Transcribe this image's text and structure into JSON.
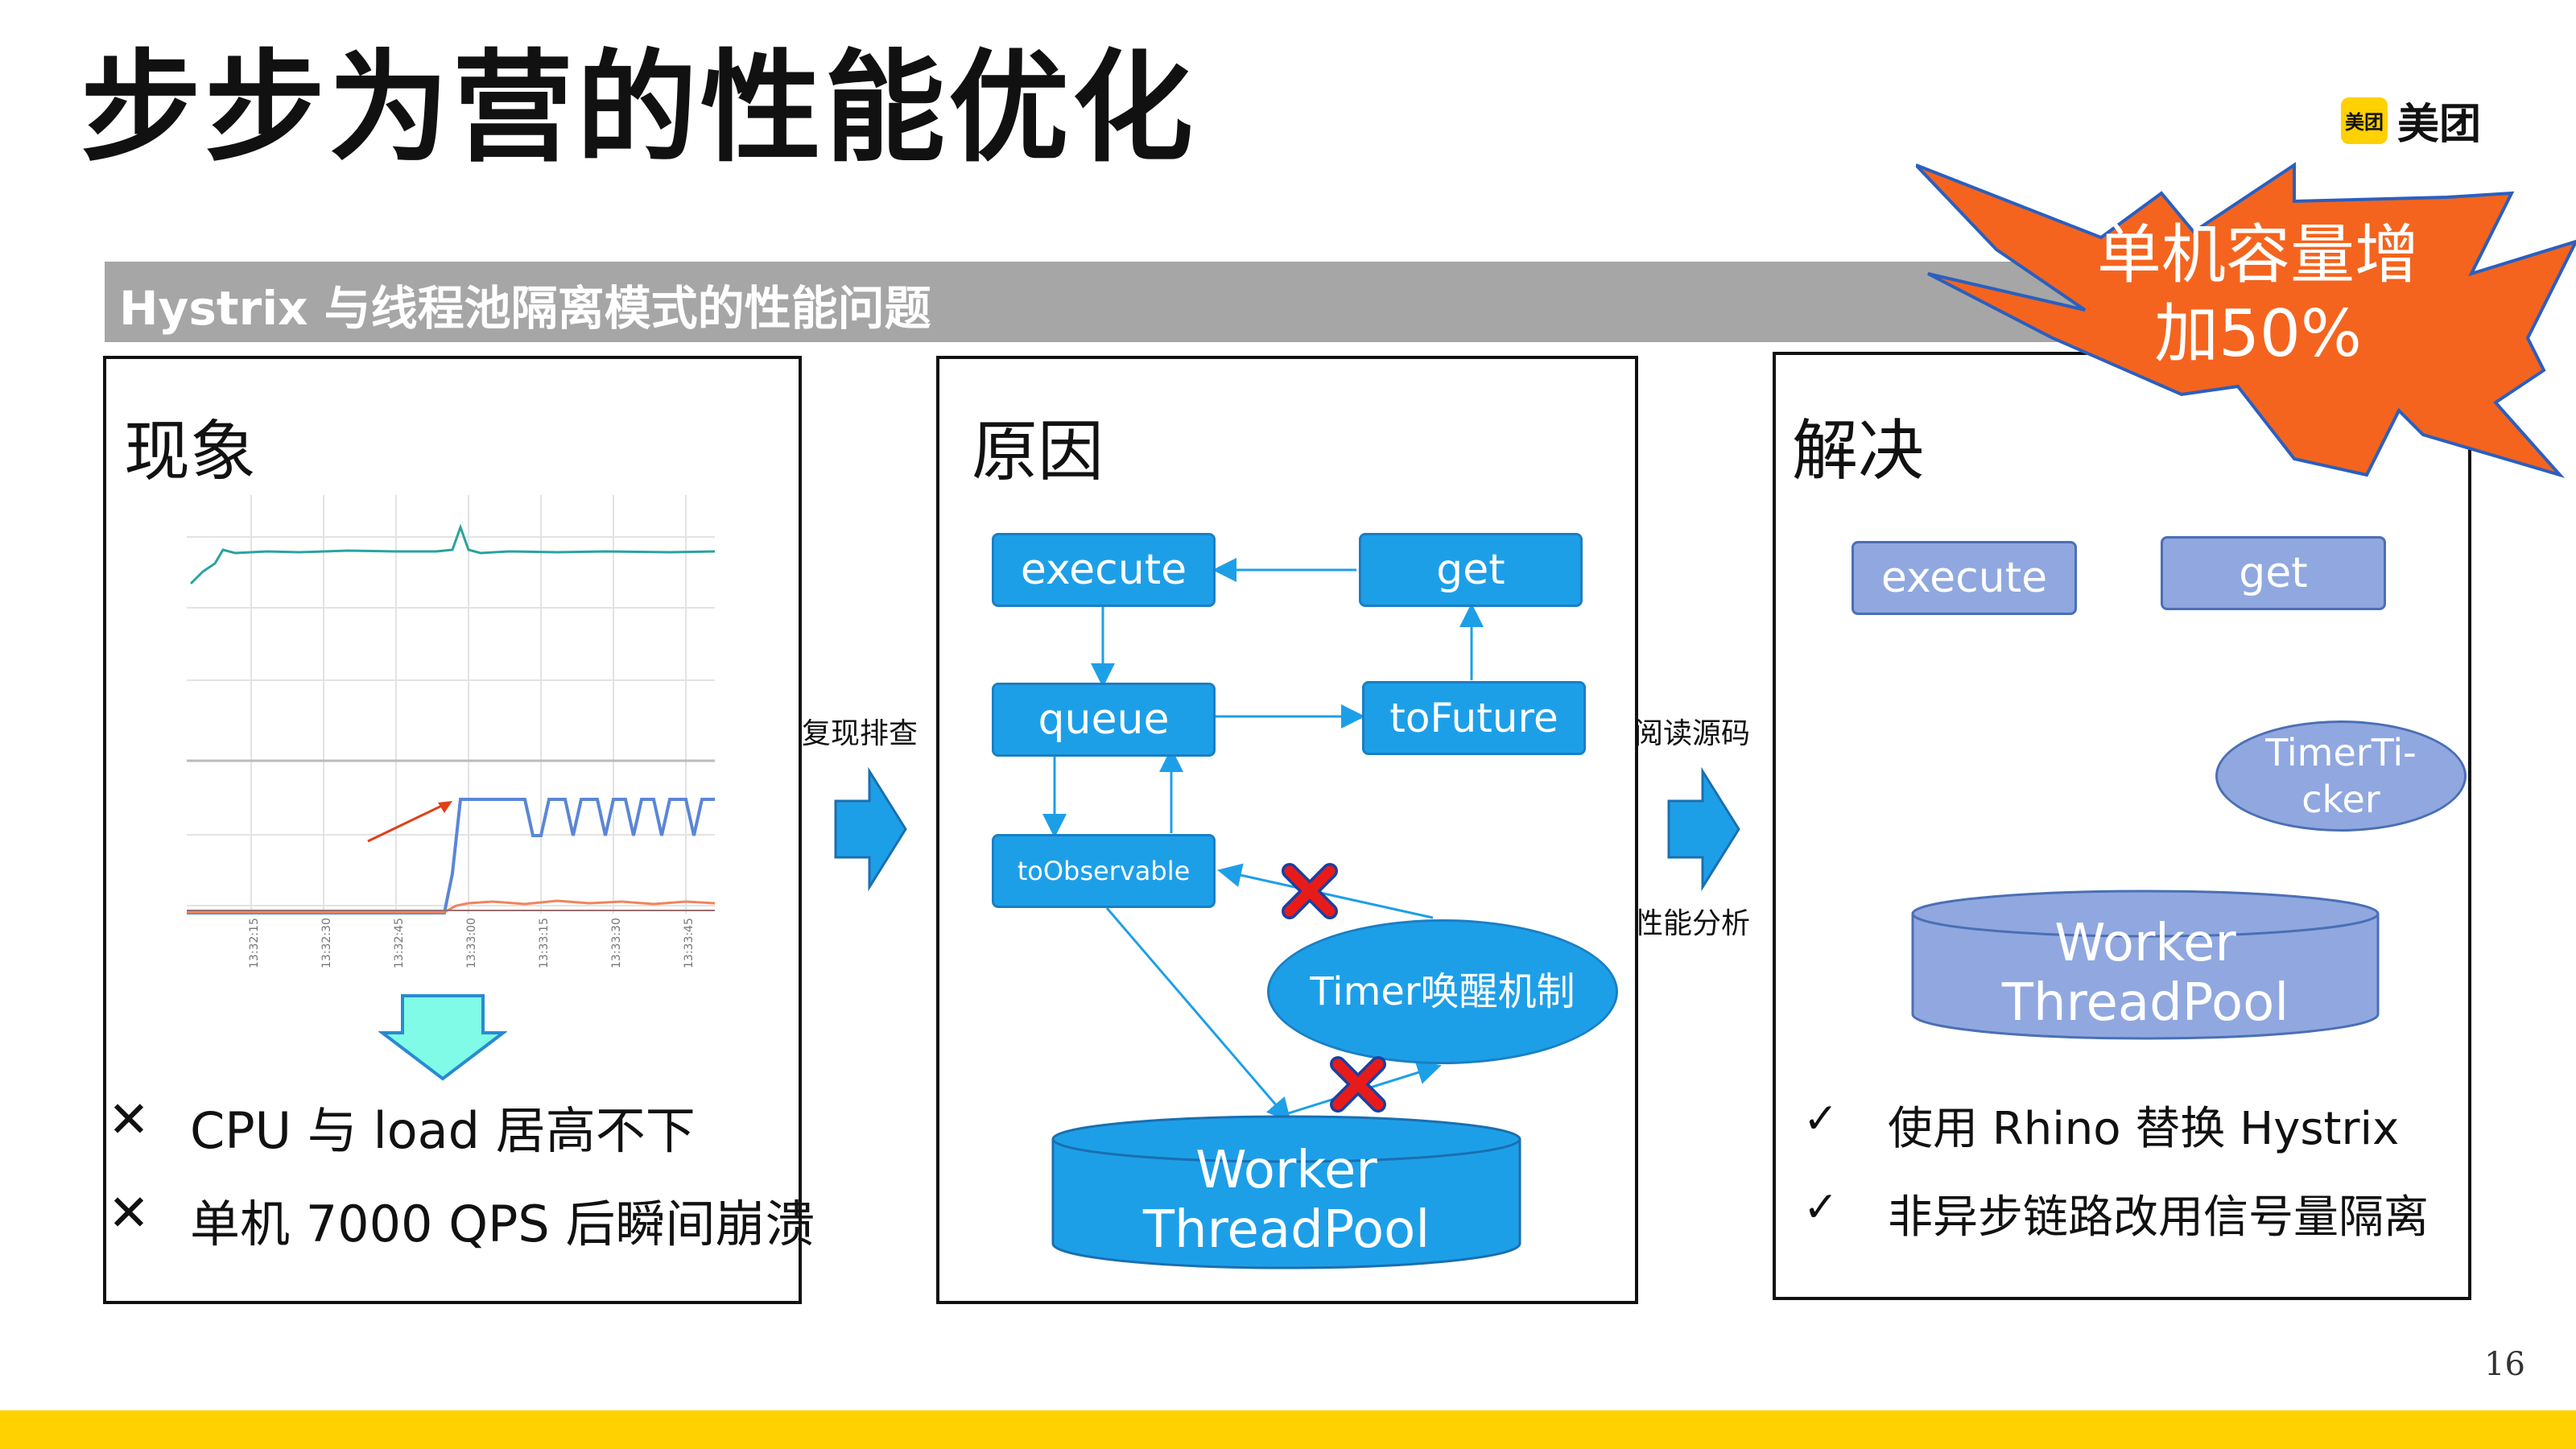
{
  "slide": {
    "title": "步步为营的性能优化",
    "brand": {
      "logo_mark": "美团",
      "name": "美团"
    },
    "subtitle": "Hystrix 与线程池隔离模式的性能问题",
    "callout": {
      "line1": "单机容量增",
      "line2": "加50%",
      "color": "#f4641e"
    },
    "page_number": "16",
    "accent_color": "#ffd100"
  },
  "phenomenon": {
    "heading": "现象",
    "chart_x_ticks": [
      "13:32:15",
      "13:32:30",
      "13:32:45",
      "13:33:00",
      "13:33:15",
      "13:33:30",
      "13:33:45"
    ],
    "bullets": [
      {
        "icon": "✕",
        "text": "CPU 与 load 居高不下"
      },
      {
        "icon": "✕",
        "text": "单机 7000 QPS 后瞬间崩溃"
      }
    ]
  },
  "arrow1": {
    "label": "复现排查"
  },
  "cause": {
    "heading": "原因",
    "nodes": {
      "execute": "execute",
      "get": "get",
      "queue": "queue",
      "toFuture": "toFuture",
      "toObservable": "toObservable",
      "timer": "Timer唤醒机制",
      "pool_line1": "Worker",
      "pool_line2": "ThreadPool"
    }
  },
  "arrow2": {
    "label_top": "阅读源码",
    "label_bottom": "性能分析"
  },
  "solution": {
    "heading": "解决",
    "nodes": {
      "execute": "execute",
      "get": "get",
      "ticker_line1": "TimerTi-",
      "ticker_line2": "cker",
      "pool_line1": "Worker",
      "pool_line2": "ThreadPool"
    },
    "bullets": [
      {
        "icon": "✓",
        "text": "使用 Rhino 替换 Hystrix"
      },
      {
        "icon": "✓",
        "text": "非异步链路改用信号量隔离"
      }
    ]
  }
}
